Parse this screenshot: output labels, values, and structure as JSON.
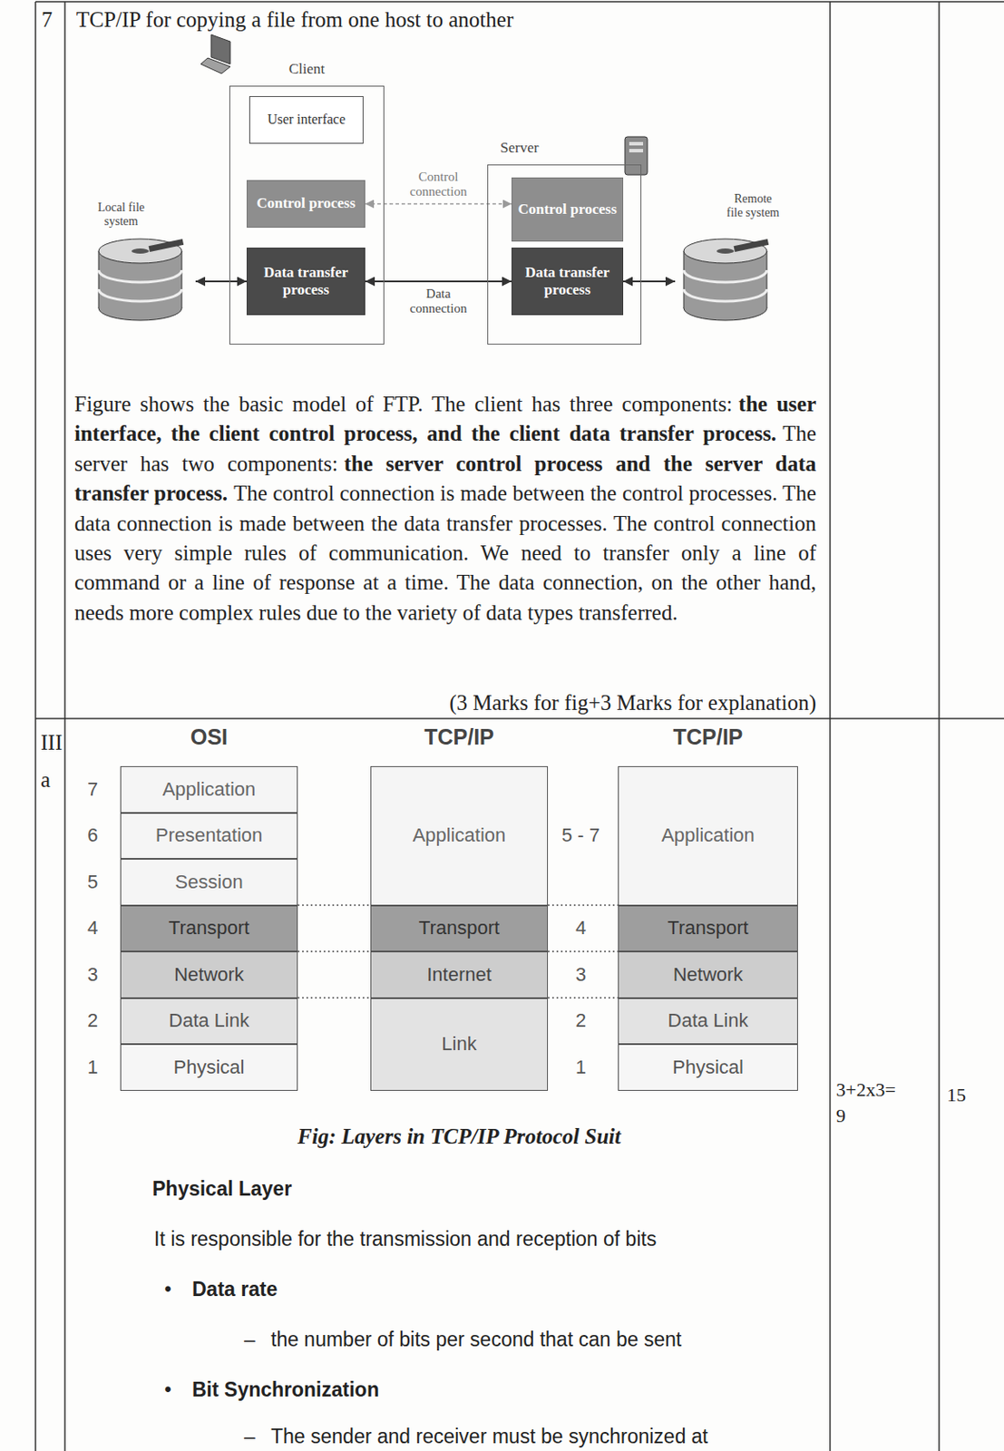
{
  "diagram": {
    "nodes": [
      {
        "text": [
          "Client"
        ]
      },
      {
        "text": [
          "User interface"
        ],
        "in": 0
      },
      {
        "text": [
          "Control process"
        ],
        "in": 0
      },
      {
        "text": [
          "Data transfer process"
        ],
        "in": 0
      },
      {
        "text": [
          "Server"
        ]
      },
      {
        "text": [
          "Control process"
        ],
        "in": 4
      },
      {
        "text": [
          "Data transfer process"
        ],
        "in": 4
      },
      {
        "text": [
          "Local file system"
        ]
      },
      {
        "text": [
          "Remote file system"
        ]
      },
      {
        "text": [
          "Application"
        ]
      },
      {
        "text": [
          "Presentation"
        ]
      },
      {
        "text": [
          "Session"
        ]
      },
      {
        "text": [
          "Transport"
        ]
      },
      {
        "text": [
          "Network"
        ]
      },
      {
        "text": [
          "Data Link"
        ]
      },
      {
        "text": [
          "Physical"
        ]
      },
      {
        "text": [
          "Application"
        ]
      },
      {
        "text": [
          "Transport"
        ]
      },
      {
        "text": [
          "Internet"
        ]
      },
      {
        "text": [
          "Link"
        ]
      },
      {
        "text": [
          "Application"
        ]
      },
      {
        "text": [
          "Transport"
        ]
      },
      {
        "text": [
          "Network"
        ]
      },
      {
        "text": [
          "Data Link"
        ]
      },
      {
        "text": [
          "Physical"
        ]
      }
    ],
    "edges": [
      {
        "from": 2,
        "to": 5,
        "arrow": "both",
        "label": "Control connection"
      },
      {
        "from": 3,
        "to": 6,
        "arrow": "both",
        "label": "Data connection"
      },
      {
        "from": 7,
        "to": 3,
        "arrow": "both"
      },
      {
        "from": 6,
        "to": 8,
        "arrow": "both"
      }
    ],
    "labels": [
      "7",
      "TCP/IP for copying a file from one host to another",
      "Figure shows the basic model of FTP. The client has three components:",
      "the user interface, the client control process, and the client data transfer process.",
      "The server has two components:",
      "the server control process and the server data transfer process.",
      "The control connection is made between the control processes. The data connection is made between the data transfer processes. The control connection uses very simple rules of communication. We need to transfer only a line of command or a line of response at a time. The data connection, on the other hand, needs more complex rules due to the variety of data types transferred.",
      "(3 Marks for fig+3 Marks for explanation)",
      "III a",
      "OSI",
      "TCP/IP",
      "TCP/IP",
      "7",
      "6",
      "5",
      "4",
      "3",
      "2",
      "1",
      "5 - 7",
      "4",
      "3",
      "2",
      "1",
      "3+2x3= 9",
      "15",
      "Fig: Layers in TCP/IP Protocol Suit",
      "Physical Layer",
      "It is responsible for the transmission and reception of bits",
      "•",
      "Data rate",
      "–",
      "the number of bits per second that can be sent",
      "•",
      "Bit Synchronization",
      "–",
      "The sender and receiver must be synchronized at"
    ]
  }
}
